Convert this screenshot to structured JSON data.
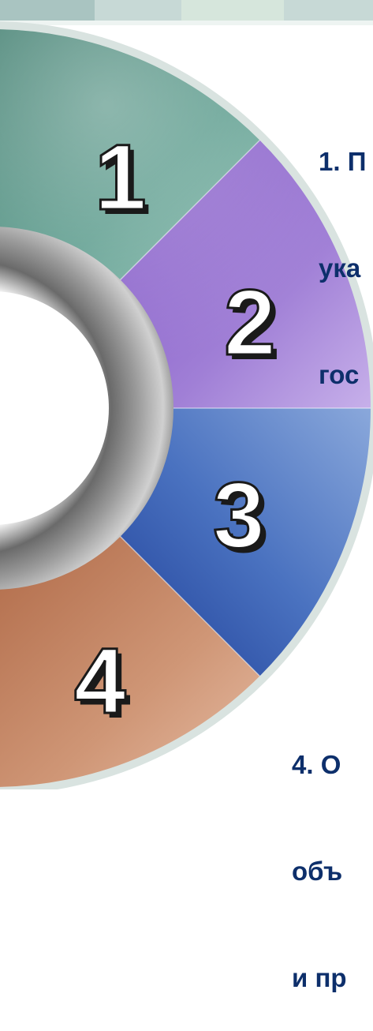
{
  "segments": [
    {
      "number": "1",
      "color": "#4f8f80"
    },
    {
      "number": "2",
      "color": "#9b77cc"
    },
    {
      "number": "3",
      "color": "#4d74b8"
    },
    {
      "number": "4",
      "color": "#c6876a"
    }
  ],
  "captions": {
    "item1": [
      "1. П",
      "ука",
      "гос"
    ],
    "item4": [
      "4. О",
      "объ",
      "и пр"
    ]
  }
}
